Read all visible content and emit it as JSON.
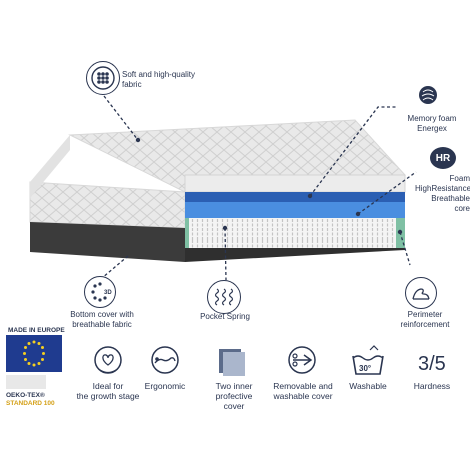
{
  "features": {
    "fabric": "Soft and high-quality fabric",
    "memory_foam": [
      "Memory foam",
      "Energex"
    ],
    "hr_badge": "HR",
    "foam_core": [
      "Foam",
      "HighResistance",
      "Breathable core"
    ],
    "bottom_cover": [
      "Bottom cover with",
      "breathable fabric"
    ],
    "pocket_spring": "Pocket Spring",
    "perimeter": [
      "Perimeter",
      "reinforcement"
    ],
    "bottom_cover_icon_text": "3D"
  },
  "certifications": {
    "made_in": "MADE IN EUROPE",
    "oeko_tex": "OEKO-TEX®",
    "standard": "STANDARD 100"
  },
  "benefits": {
    "growth_stage": [
      "Ideal for",
      "the growth stage"
    ],
    "ergonomic": "Ergonomic",
    "inner_cover": [
      "Two inner",
      "profective",
      "cover"
    ],
    "removable": [
      "Removable and",
      "washable cover"
    ],
    "washable": "Washable",
    "wash_temp": "30°",
    "hardness": "Hardness",
    "hardness_value": "3/5"
  },
  "colors": {
    "navy": "#2a3550",
    "memory_foam_blue": "#2b5fb3",
    "hr_foam_blue": "#4a8ee0",
    "base_dark": "#3b3b3b",
    "eu_blue": "#1f3b8f",
    "eu_star": "#f5cf1f"
  }
}
